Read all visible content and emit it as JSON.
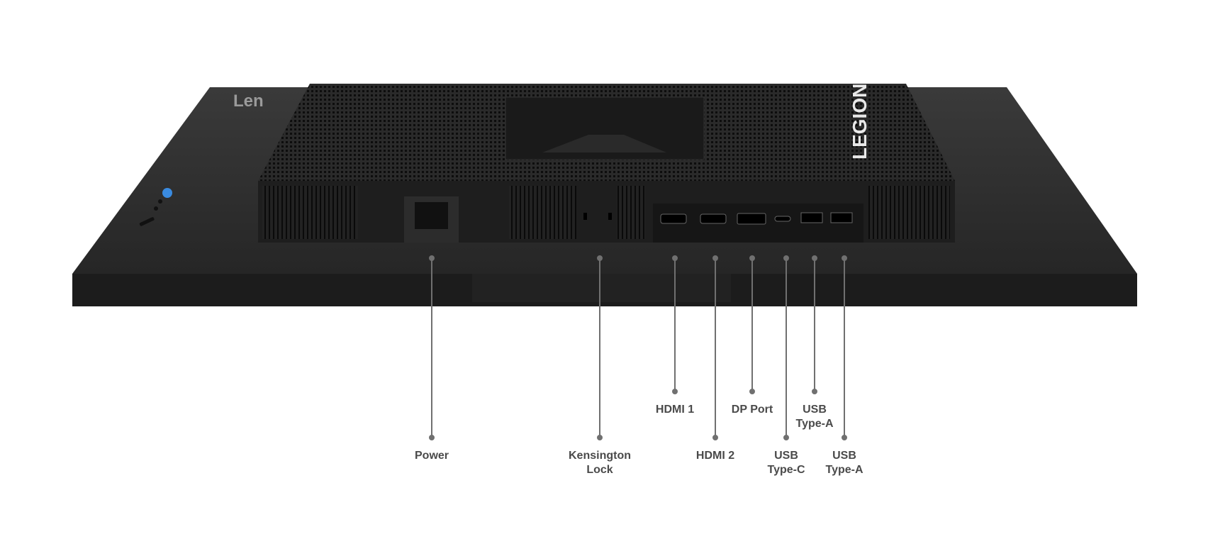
{
  "brand": {
    "lenovo_logo": "Len",
    "legion_logo": "LEGION"
  },
  "colors": {
    "body": "#2b2b2b",
    "edge": "#1a1a1a",
    "button_accent": "#3a8be0",
    "callout": "#707070",
    "label": "#4a4a4a"
  },
  "callouts": [
    {
      "line1": "Power",
      "line2": ""
    },
    {
      "line1": "Kensington",
      "line2": "Lock"
    },
    {
      "line1": "HDMI 1",
      "line2": ""
    },
    {
      "line1": "HDMI 2",
      "line2": ""
    },
    {
      "line1": "DP Port",
      "line2": ""
    },
    {
      "line1": "USB",
      "line2": "Type-C"
    },
    {
      "line1": "USB",
      "line2": "Type-A"
    },
    {
      "line1": "USB",
      "line2": "Type-A"
    }
  ]
}
